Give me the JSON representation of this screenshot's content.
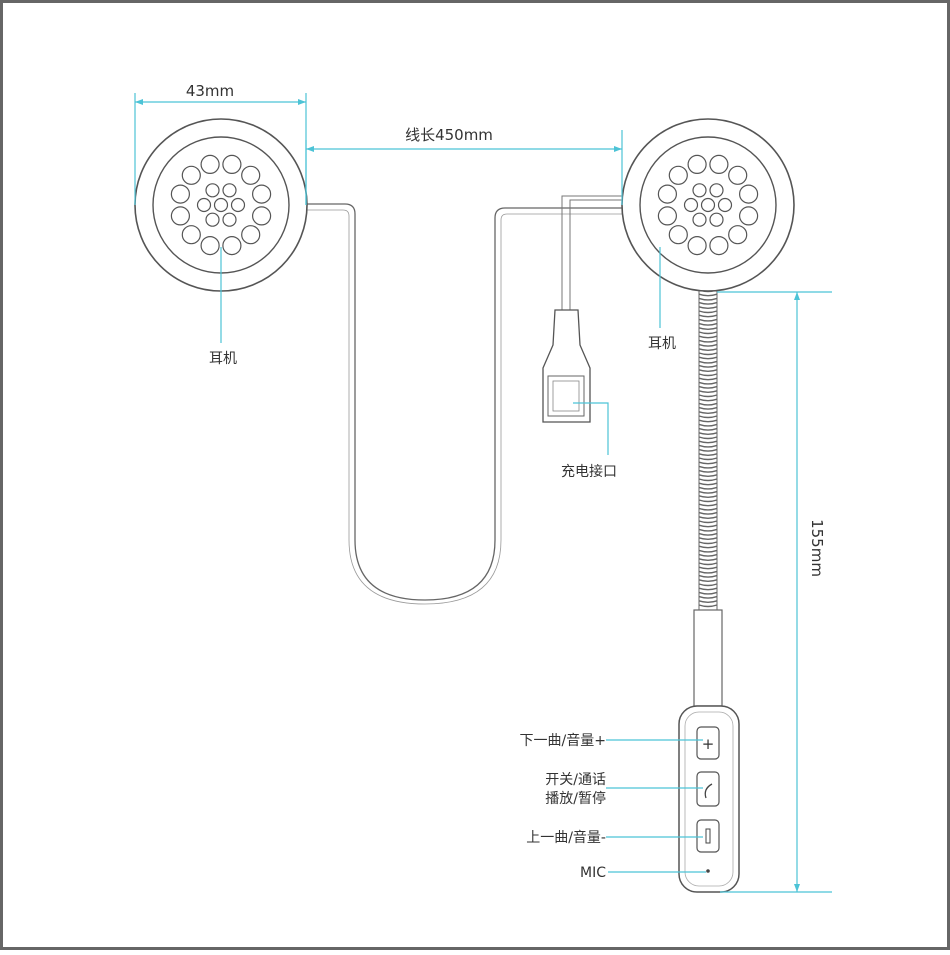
{
  "dimensions": {
    "speaker_diameter": "43mm",
    "cable_length": "线长450mm",
    "mic_boom_length": "155mm"
  },
  "labels": {
    "earphone_left": "耳机",
    "earphone_right": "耳机",
    "charging_port": "充电接口",
    "next_volume_up": "下一曲/音量+",
    "power_call_line1": "开关/通话",
    "power_call_line2": "播放/暂停",
    "prev_volume_down": "上一曲/音量-",
    "mic": "MIC"
  },
  "colors": {
    "dimension_line": "#4cc3d6",
    "outline": "#555555",
    "frame": "#666666"
  }
}
